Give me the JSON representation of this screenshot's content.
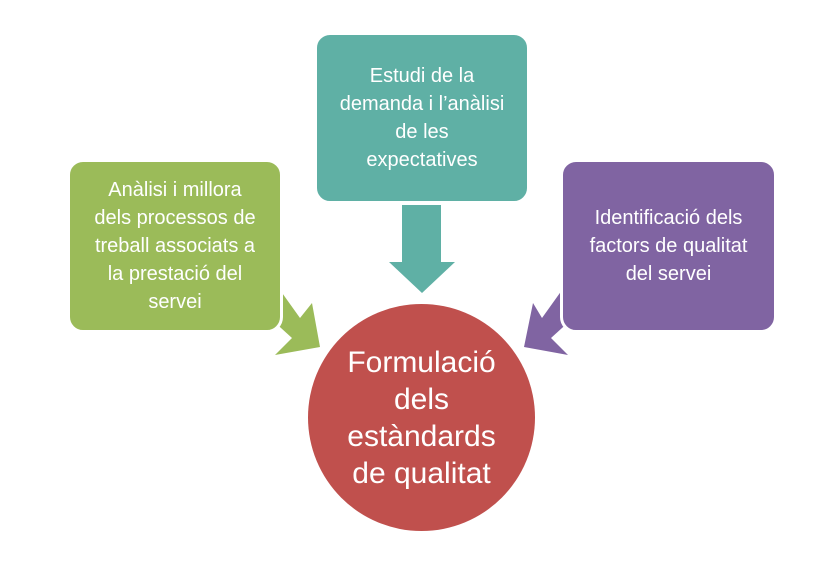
{
  "colors": {
    "top": "#5fb0a5",
    "left": "#9bbb59",
    "right": "#8064a2",
    "center": "#c0504d"
  },
  "top_box": {
    "lines": [
      "Estudi de la",
      "demanda i l’anàlisi",
      "de les",
      "expectatives"
    ]
  },
  "left_box": {
    "lines": [
      "Anàlisi i millora",
      "dels processos de",
      "treball associats a",
      "la prestació del",
      "servei"
    ]
  },
  "right_box": {
    "lines": [
      "Identificació dels",
      "factors de qualitat",
      "del servei"
    ]
  },
  "center": {
    "lines": [
      "Formulació",
      "dels",
      "estàndards",
      "de qualitat"
    ]
  }
}
